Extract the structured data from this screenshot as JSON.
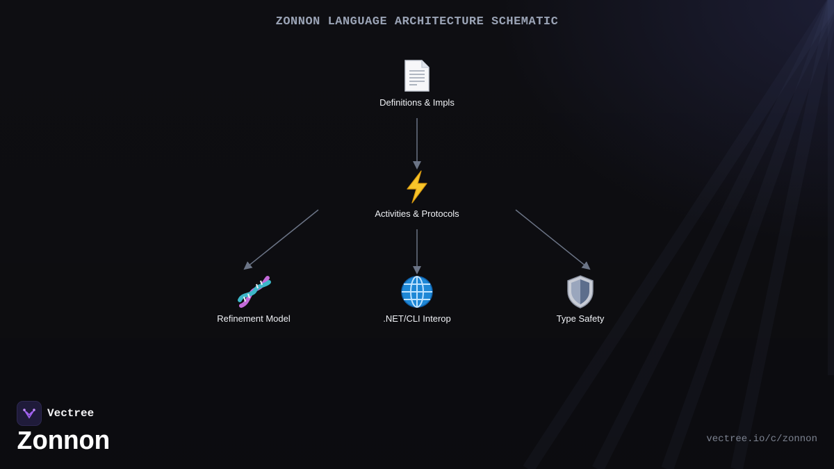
{
  "title": "ZONNON LANGUAGE ARCHITECTURE SCHEMATIC",
  "nodes": {
    "definitions": {
      "label": "Definitions & Impls",
      "icon": "document-icon"
    },
    "activities": {
      "label": "Activities & Protocols",
      "icon": "lightning-icon"
    },
    "refinement": {
      "label": "Refinement Model",
      "icon": "dna-icon"
    },
    "interop": {
      "label": ".NET/CLI Interop",
      "icon": "globe-icon"
    },
    "safety": {
      "label": "Type Safety",
      "icon": "shield-icon"
    }
  },
  "edges": [
    {
      "from": "definitions",
      "to": "activities"
    },
    {
      "from": "activities",
      "to": "refinement"
    },
    {
      "from": "activities",
      "to": "interop"
    },
    {
      "from": "activities",
      "to": "safety"
    }
  ],
  "colors": {
    "edge": "#6b7486",
    "title": "#9aa3b5",
    "background": "#0e0e12"
  },
  "brand": {
    "name": "Vectree",
    "product": "Zonnon",
    "url": "vectree.io/c/zonnon"
  }
}
